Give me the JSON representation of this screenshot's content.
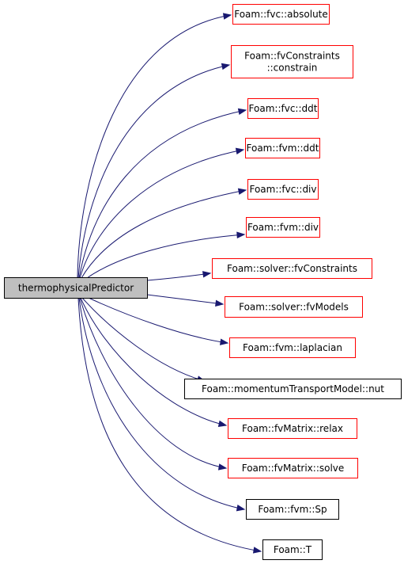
{
  "graph": {
    "root": {
      "id": "thermophysicalPredictor",
      "lines": [
        "thermophysicalPredictor"
      ],
      "fill": "#bfbfbf",
      "border": "#000000"
    },
    "callees": [
      {
        "id": "fvc-absolute",
        "lines": [
          "Foam::fvc::absolute"
        ],
        "border": "#ff0000"
      },
      {
        "id": "fvconstraints-constrain",
        "lines": [
          "Foam::fvConstraints",
          "::constrain"
        ],
        "border": "#ff0000"
      },
      {
        "id": "fvc-ddt",
        "lines": [
          "Foam::fvc::ddt"
        ],
        "border": "#ff0000"
      },
      {
        "id": "fvm-ddt",
        "lines": [
          "Foam::fvm::ddt"
        ],
        "border": "#ff0000"
      },
      {
        "id": "fvc-div",
        "lines": [
          "Foam::fvc::div"
        ],
        "border": "#ff0000"
      },
      {
        "id": "fvm-div",
        "lines": [
          "Foam::fvm::div"
        ],
        "border": "#ff0000"
      },
      {
        "id": "solver-fvconstraints",
        "lines": [
          "Foam::solver::fvConstraints"
        ],
        "border": "#ff0000"
      },
      {
        "id": "solver-fvmodels",
        "lines": [
          "Foam::solver::fvModels"
        ],
        "border": "#ff0000"
      },
      {
        "id": "fvm-laplacian",
        "lines": [
          "Foam::fvm::laplacian"
        ],
        "border": "#ff0000"
      },
      {
        "id": "momentumtransportmodel-nut",
        "lines": [
          "Foam::momentumTransportModel::nut"
        ],
        "border": "#000000"
      },
      {
        "id": "fvmatrix-relax",
        "lines": [
          "Foam::fvMatrix::relax"
        ],
        "border": "#ff0000"
      },
      {
        "id": "fvmatrix-solve",
        "lines": [
          "Foam::fvMatrix::solve"
        ],
        "border": "#ff0000"
      },
      {
        "id": "fvm-sp",
        "lines": [
          "Foam::fvm::Sp"
        ],
        "border": "#000000"
      },
      {
        "id": "foam-t",
        "lines": [
          "Foam::T"
        ],
        "border": "#000000"
      }
    ],
    "edge_color": "#191970"
  }
}
